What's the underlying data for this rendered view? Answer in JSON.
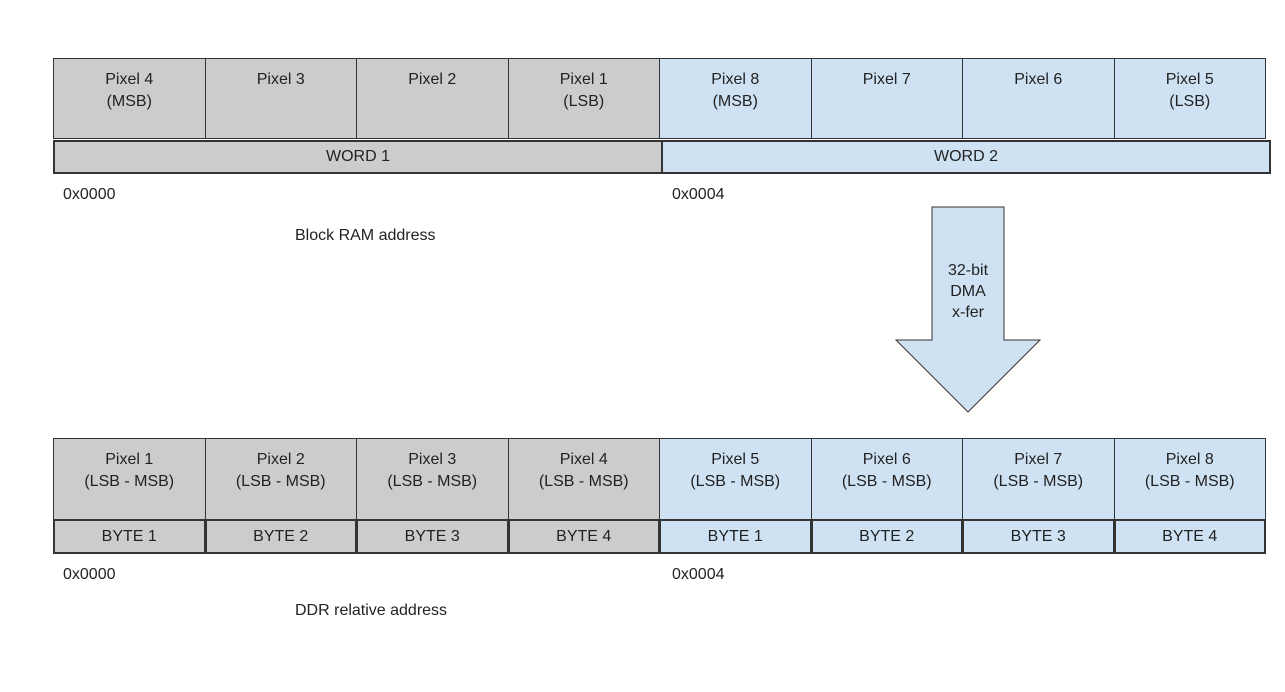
{
  "block_ram": {
    "pixels": [
      {
        "label": "Pixel 4\n(MSB)",
        "group": "gray"
      },
      {
        "label": "Pixel 3",
        "group": "gray"
      },
      {
        "label": "Pixel 2",
        "group": "gray"
      },
      {
        "label": "Pixel 1\n(LSB)",
        "group": "gray"
      },
      {
        "label": "Pixel 8\n(MSB)",
        "group": "blue"
      },
      {
        "label": "Pixel 7",
        "group": "blue"
      },
      {
        "label": "Pixel 6",
        "group": "blue"
      },
      {
        "label": "Pixel 5\n(LSB)",
        "group": "blue"
      }
    ],
    "words": [
      "WORD 1",
      "WORD 2"
    ],
    "address_0": "0x0000",
    "address_4": "0x0004",
    "caption": "Block RAM address"
  },
  "arrow": {
    "label": "32-bit\nDMA\nx-fer"
  },
  "ddr": {
    "pixels": [
      {
        "label": "Pixel 1\n(LSB - MSB)",
        "group": "gray"
      },
      {
        "label": "Pixel 2\n(LSB - MSB)",
        "group": "gray"
      },
      {
        "label": "Pixel 3\n(LSB - MSB)",
        "group": "gray"
      },
      {
        "label": "Pixel 4\n(LSB - MSB)",
        "group": "gray"
      },
      {
        "label": "Pixel 5\n(LSB - MSB)",
        "group": "blue"
      },
      {
        "label": "Pixel 6\n(LSB - MSB)",
        "group": "blue"
      },
      {
        "label": "Pixel 7\n(LSB - MSB)",
        "group": "blue"
      },
      {
        "label": "Pixel 8\n(LSB - MSB)",
        "group": "blue"
      }
    ],
    "bytes": [
      "BYTE 1",
      "BYTE 2",
      "BYTE 3",
      "BYTE 4",
      "BYTE 1",
      "BYTE 2",
      "BYTE 3",
      "BYTE 4"
    ],
    "address_0": "0x0000",
    "address_4": "0x0004",
    "caption": "DDR relative address"
  },
  "colors": {
    "gray": "#cccccc",
    "blue": "#cfe2f3",
    "border": "#333333"
  }
}
